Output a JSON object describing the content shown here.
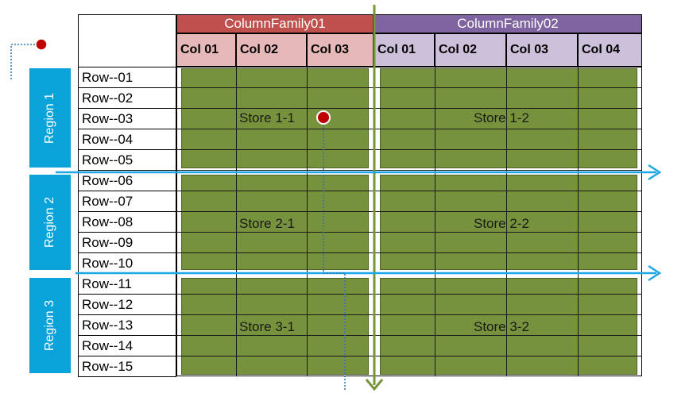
{
  "column_families": [
    {
      "name": "ColumnFamily01",
      "color": "#c0504d",
      "header_bg": "#e6b8b7"
    },
    {
      "name": "ColumnFamily02",
      "color": "#8064a2",
      "header_bg": "#ccc0da"
    }
  ],
  "columns": [
    "Col 01",
    "Col 02",
    "Col 03",
    "Col 01",
    "Col 02",
    "Col 03",
    "Col 04"
  ],
  "rows": [
    "Row--01",
    "Row--02",
    "Row--03",
    "Row--04",
    "Row--05",
    "Row--06",
    "Row--07",
    "Row--08",
    "Row--09",
    "Row--10",
    "Row--11",
    "Row--12",
    "Row--13",
    "Row--14",
    "Row--15"
  ],
  "regions": [
    "Region 1",
    "Region 2",
    "Region 3"
  ],
  "stores": [
    [
      "Store 1-1",
      "Store 1-2"
    ],
    [
      "Store 2-1",
      "Store 2-2"
    ],
    [
      "Store 3-1",
      "Store 3-2"
    ]
  ],
  "colors": {
    "region": "#0aa3d9",
    "store": "#76923c",
    "split_arrow": "#1ea7e8",
    "vertical_split": "#77933c",
    "marker": "#c00000",
    "dotted_line": "#2e75b6"
  }
}
